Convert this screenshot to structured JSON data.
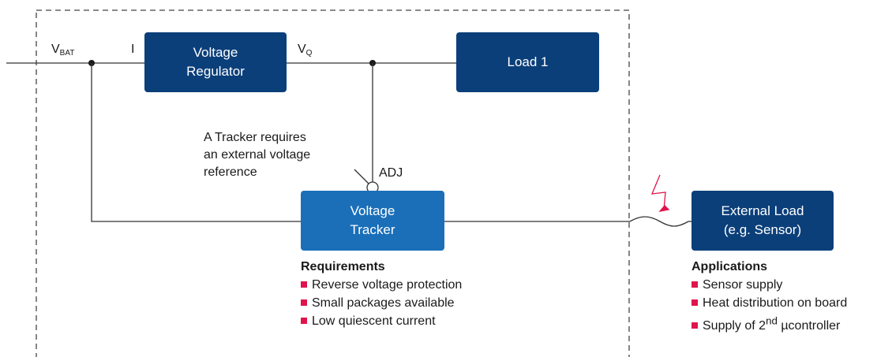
{
  "labels": {
    "vbat_main": "V",
    "vbat_sub": "BAT",
    "current": "I",
    "vq_main": "V",
    "vq_sub": "Q",
    "adj": "ADJ"
  },
  "blocks": {
    "voltage_regulator": "Voltage\nRegulator",
    "load_1": "Load 1",
    "voltage_tracker": "Voltage\nTracker",
    "external_load": "External Load\n(e.g. Sensor)"
  },
  "annotation": "A Tracker requires\nan external voltage\nreference",
  "requirements": {
    "title": "Requirements",
    "items": [
      "Reverse voltage protection",
      "Small packages available",
      "Low quiescent current"
    ]
  },
  "applications": {
    "title": "Applications",
    "items": [
      {
        "main": "Supply of 2",
        "sup": "nd",
        "tail": " µcontroller"
      }
    ],
    "simple_items": [
      "Sensor supply",
      "Heat distribution on board"
    ]
  },
  "colors": {
    "dark_block": "#0b3f7a",
    "light_block": "#1a6fb8",
    "bullet": "#e0144c",
    "lightning": "#e0144c"
  }
}
